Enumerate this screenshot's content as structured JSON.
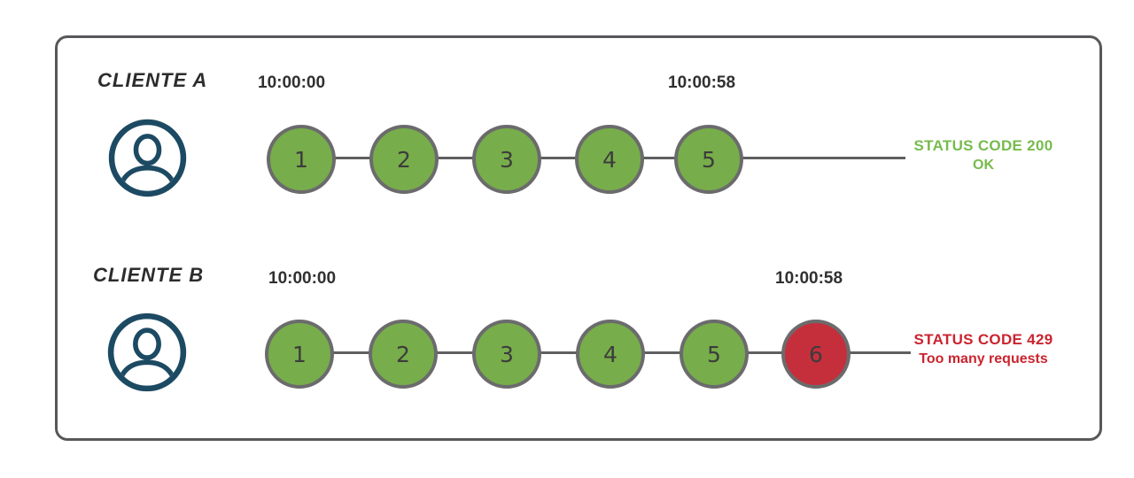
{
  "diagram": {
    "title_hint": "rate-limit comparison of two clients",
    "clients": [
      {
        "name": "CLIENTE A",
        "start_time": "10:00:00",
        "end_time": "10:00:58",
        "requests": [
          {
            "label": "1",
            "state": "ok"
          },
          {
            "label": "2",
            "state": "ok"
          },
          {
            "label": "3",
            "state": "ok"
          },
          {
            "label": "4",
            "state": "ok"
          },
          {
            "label": "5",
            "state": "ok"
          }
        ],
        "status": {
          "line1": "STATUS CODE 200",
          "line2": "OK",
          "color": "#77bb4d"
        }
      },
      {
        "name": "CLIENTE B",
        "start_time": "10:00:00",
        "end_time": "10:00:58",
        "requests": [
          {
            "label": "1",
            "state": "ok"
          },
          {
            "label": "2",
            "state": "ok"
          },
          {
            "label": "3",
            "state": "ok"
          },
          {
            "label": "4",
            "state": "ok"
          },
          {
            "label": "5",
            "state": "ok"
          },
          {
            "label": "6",
            "state": "limited"
          }
        ],
        "status": {
          "line1": "STATUS CODE 429",
          "line2": "Too many requests",
          "color": "#cb242f"
        }
      }
    ],
    "icons": {
      "avatar": "user-circle-icon"
    },
    "colors": {
      "request_ok": "#77ad4a",
      "request_limited": "#c52f3c",
      "circle_border": "#6b6b6d",
      "connector": "#5f5f61",
      "frame_border": "#58585b",
      "avatar": "#1d4a63",
      "label_text": "#2c2c2c",
      "timestamp_text": "#303030",
      "status_ok_text": "#77bb4d",
      "status_limited_text": "#cb242f"
    }
  }
}
